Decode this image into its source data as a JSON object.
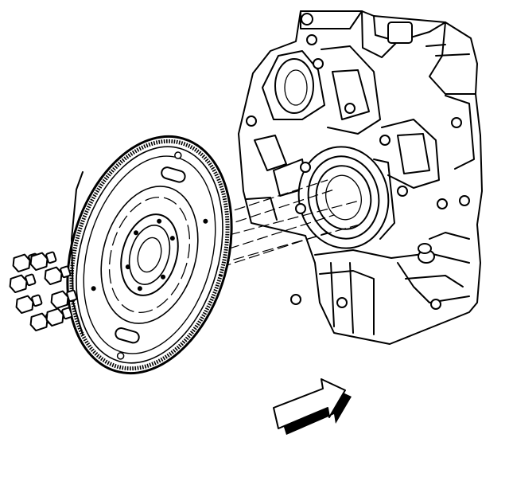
{
  "diagram": {
    "parts": [
      "engine-block",
      "flexplate",
      "ring-gear",
      "crankshaft-flange",
      "flexplate-bolts",
      "direction-arrow"
    ],
    "bolt_count": 6,
    "colors": {
      "line": "#000000",
      "background": "#ffffff",
      "fill": "#ffffff"
    }
  }
}
